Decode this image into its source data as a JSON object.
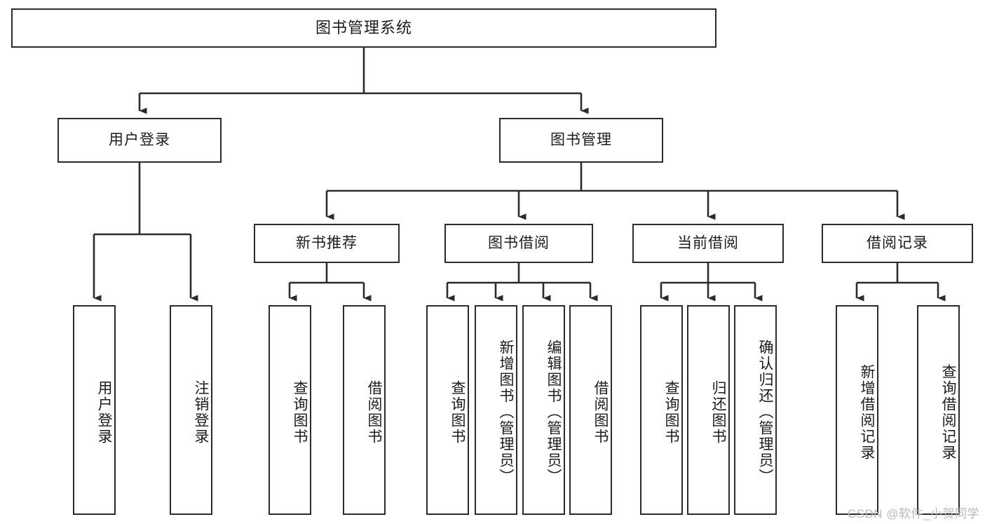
{
  "diagram": {
    "title": "图书管理系统",
    "type": "tree-hierarchy",
    "watermark": "CSDN @软件_小贺同学",
    "root": {
      "id": "root",
      "label": "图书管理系统"
    },
    "level2": [
      {
        "id": "user-login",
        "label": "用户登录"
      },
      {
        "id": "book-manage",
        "label": "图书管理"
      }
    ],
    "level3": [
      {
        "id": "new-book-recommend",
        "label": "新书推荐"
      },
      {
        "id": "book-borrow",
        "label": "图书借阅"
      },
      {
        "id": "current-borrow",
        "label": "当前借阅"
      },
      {
        "id": "borrow-record",
        "label": "借阅记录"
      }
    ],
    "leaves": {
      "user_login": [
        {
          "id": "leaf-user-login",
          "label": "用户登录"
        },
        {
          "id": "leaf-logout-login",
          "label": "注销登录"
        }
      ],
      "new_book_recommend": [
        {
          "id": "leaf-query-book-1",
          "label": "查询图书"
        },
        {
          "id": "leaf-borrow-book-1",
          "label": "借阅图书"
        }
      ],
      "book_borrow": [
        {
          "id": "leaf-query-book-2",
          "label": "查询图书"
        },
        {
          "id": "leaf-add-book",
          "label": "新增图书（管理员）"
        },
        {
          "id": "leaf-edit-book",
          "label": "编辑图书（管理员）"
        },
        {
          "id": "leaf-borrow-book-2",
          "label": "借阅图书"
        }
      ],
      "current_borrow": [
        {
          "id": "leaf-query-book-3",
          "label": "查询图书"
        },
        {
          "id": "leaf-return-book",
          "label": "归还图书"
        },
        {
          "id": "leaf-confirm-return",
          "label": "确认归还（管理员）"
        }
      ],
      "borrow_record": [
        {
          "id": "leaf-add-record",
          "label": "新增借阅记录"
        },
        {
          "id": "leaf-query-record",
          "label": "查询借阅记录"
        }
      ]
    },
    "colors": {
      "stroke": "#2b2b2b",
      "fill": "#ffffff",
      "text": "#1c1c1c",
      "watermark": "#b9b9b9"
    }
  }
}
